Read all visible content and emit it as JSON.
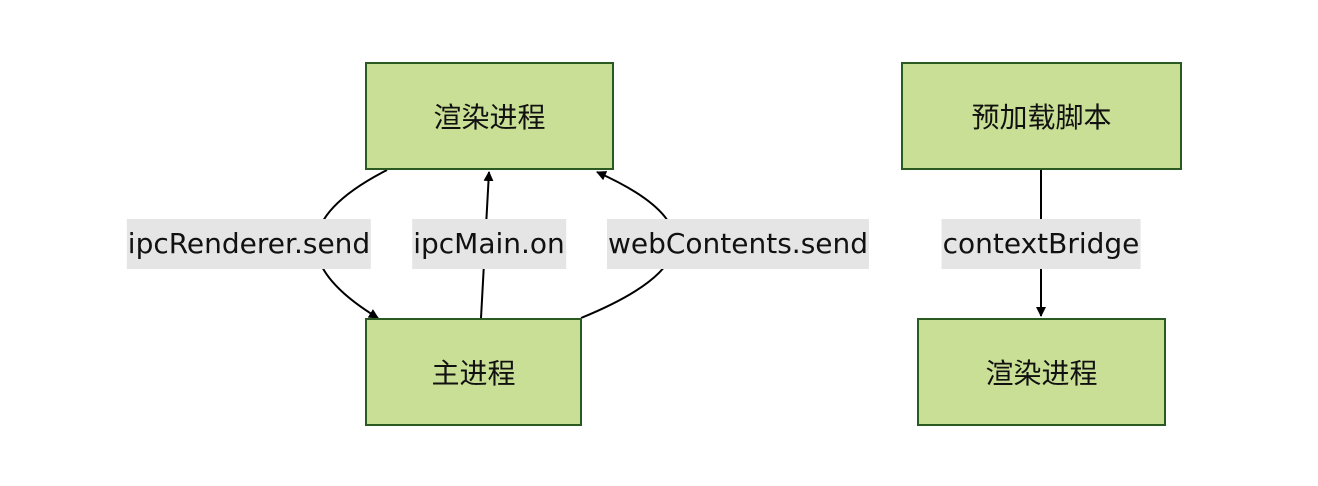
{
  "nodes": {
    "renderer_top": "渲染进程",
    "main": "主进程",
    "preload": "预加载脚本",
    "renderer_bottom": "渲染进程"
  },
  "edges": [
    {
      "from": "渲染进程",
      "to": "主进程",
      "label": "ipcRenderer.send"
    },
    {
      "from": "主进程",
      "to": "渲染进程",
      "label": "ipcMain.on"
    },
    {
      "from": "主进程",
      "to": "渲染进程",
      "label": "webContents.send"
    },
    {
      "from": "预加载脚本",
      "to": "渲染进程",
      "label": "contextBridge"
    }
  ],
  "colors": {
    "node_fill": "#c9df95",
    "node_border": "#2a5a20",
    "label_bg": "#e5e5e5",
    "edge": "#000000"
  }
}
